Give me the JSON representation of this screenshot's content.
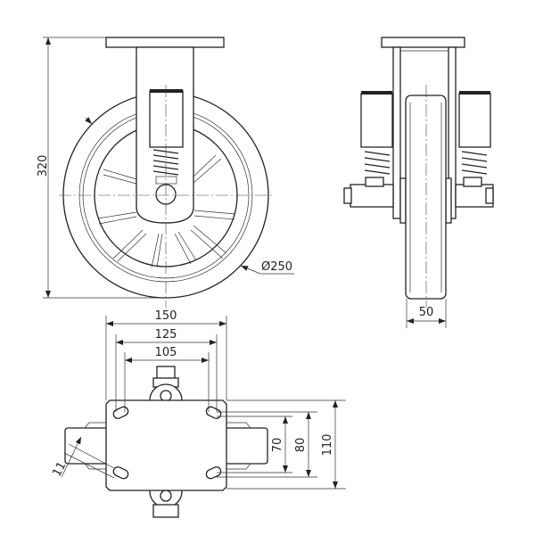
{
  "drawing": {
    "front_view": {
      "height_dim": "320",
      "diameter_dim": "Ø250"
    },
    "side_view": {
      "width_dim": "50"
    },
    "top_view": {
      "plate_width_dim": "150",
      "hole_outer_dim": "125",
      "hole_inner_dim": "105",
      "hole_v_inner_dim": "70",
      "hole_v_outer_dim": "80",
      "plate_height_dim": "110",
      "slot_width_dim": "11"
    }
  }
}
